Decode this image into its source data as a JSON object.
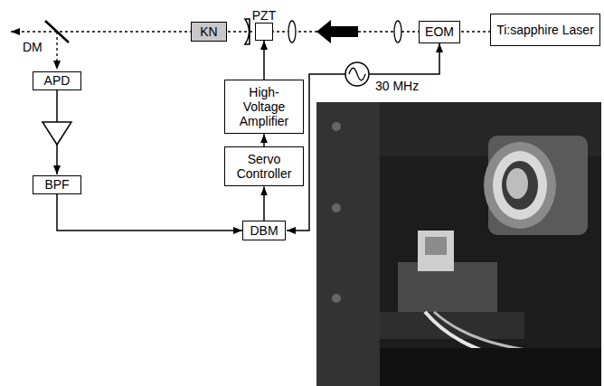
{
  "diagram": {
    "nodes": [
      {
        "text": [
          "PZT"
        ]
      },
      {
        "text": [
          "KN"
        ]
      },
      {
        "text": [
          "EOM"
        ]
      },
      {
        "text": [
          "Ti:sapphire Laser"
        ]
      },
      {
        "text": [
          "APD"
        ]
      },
      {
        "text": [
          "High-Voltage Amplifier"
        ]
      },
      {
        "text": [
          "Servo Controller"
        ]
      },
      {
        "text": [
          "BPF"
        ]
      },
      {
        "text": [
          "DBM"
        ]
      }
    ],
    "edges": [
      {
        "from": 5,
        "to": 0,
        "arrow": "to"
      },
      {
        "from": 6,
        "to": 5,
        "arrow": "to"
      },
      {
        "from": 8,
        "to": 6,
        "arrow": "to"
      },
      {
        "from": 7,
        "to": 8,
        "arrow": "to"
      }
    ],
    "labels": [
      "DM",
      "30 MHz"
    ]
  }
}
